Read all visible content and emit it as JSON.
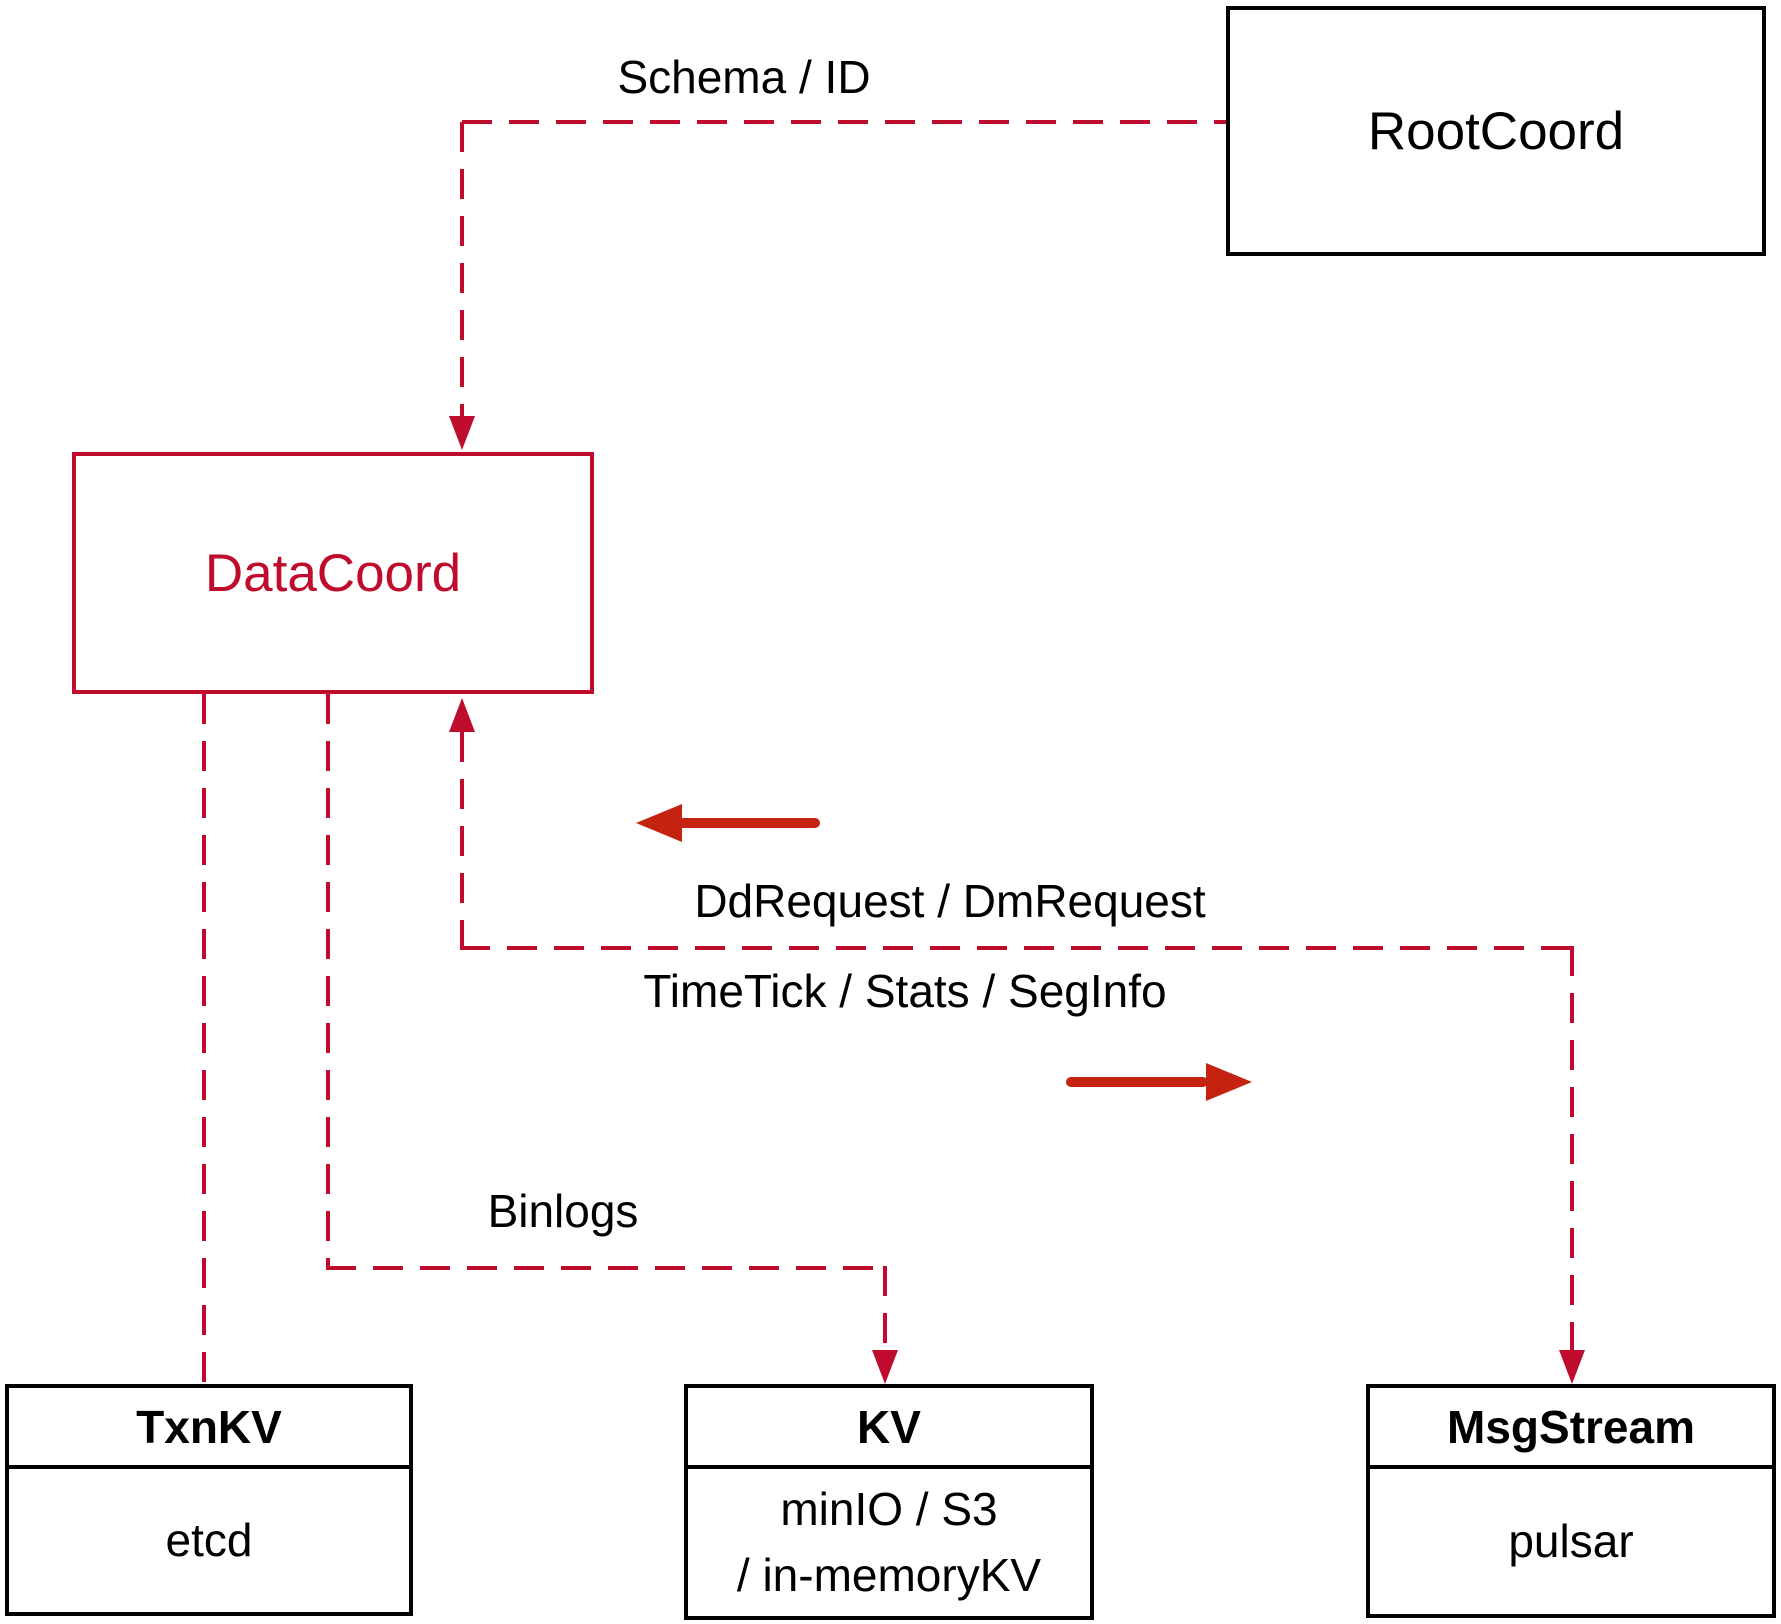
{
  "nodes": {
    "rootcoord": {
      "label": "RootCoord"
    },
    "datacoord": {
      "label": "DataCoord"
    },
    "txnkv": {
      "title": "TxnKV",
      "body": "etcd"
    },
    "kv": {
      "title": "KV",
      "body_line1": "minIO / S3",
      "body_line2": "/ in-memoryKV"
    },
    "msgstream": {
      "title": "MsgStream",
      "body": "pulsar"
    }
  },
  "edge_labels": {
    "schema_id": "Schema / ID",
    "dd_dm_request": "DdRequest / DmRequest",
    "timetick_stats_seginfo": "TimeTick / Stats / SegInfo",
    "binlogs": "Binlogs"
  },
  "colors": {
    "dashed_connector": "#bf0c2c",
    "solid_arrow": "#c52310",
    "box_border": "#000000",
    "datacoord_accent": "#bf0c2c",
    "text": "#000000",
    "background": "#ffffff"
  }
}
